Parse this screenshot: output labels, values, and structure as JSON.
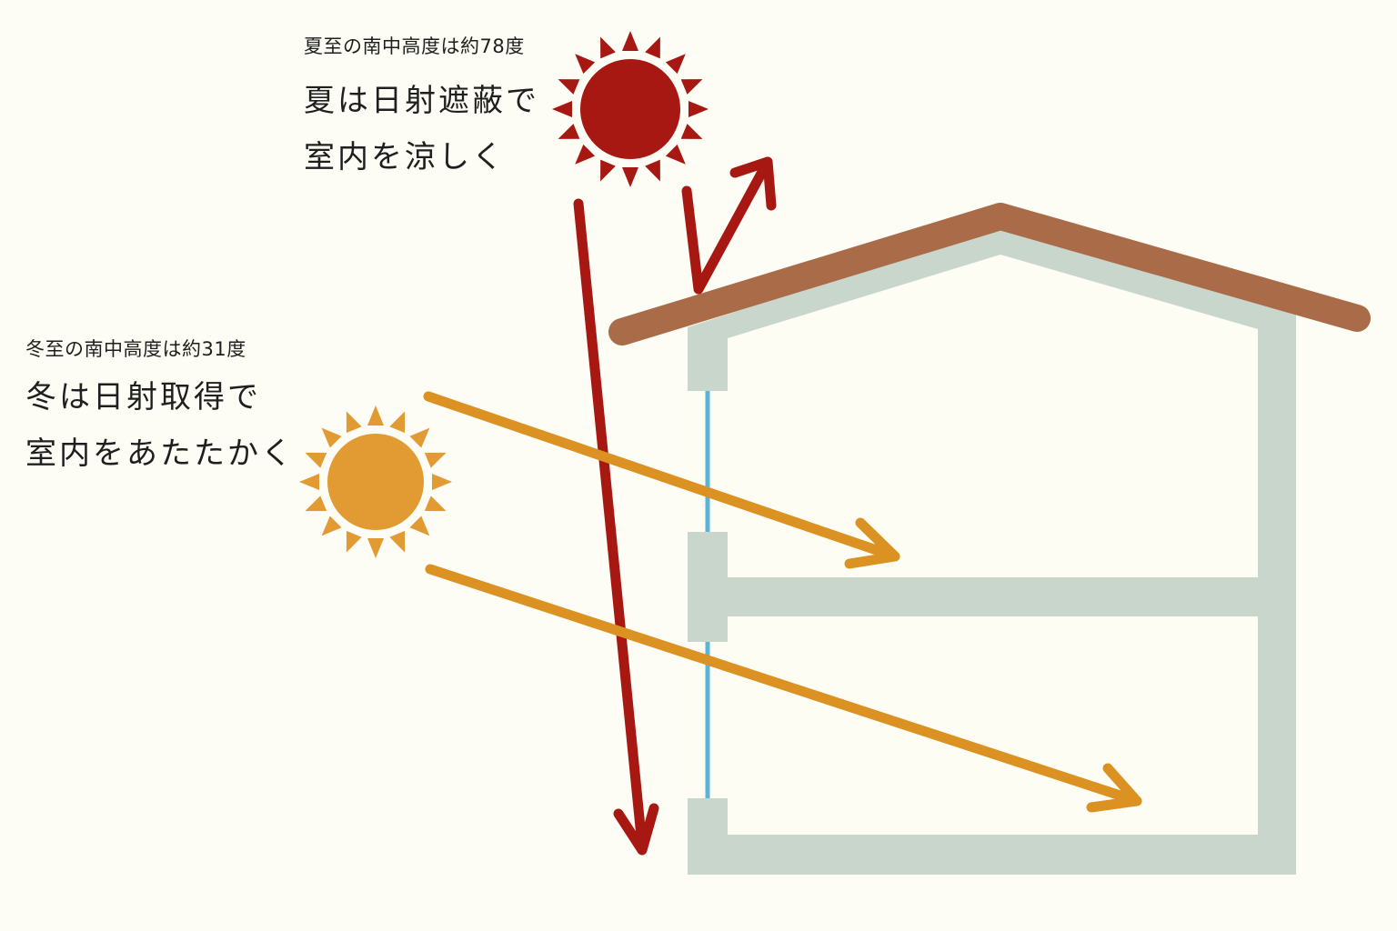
{
  "summer": {
    "caption": "夏至の南中高度は約78度",
    "heading_line1": "夏は日射遮蔽で",
    "heading_line2": "室内を涼しく",
    "sun_color": "#a81812",
    "arrow_color": "#a81812"
  },
  "winter": {
    "caption": "冬至の南中高度は約31度",
    "heading_line1": "冬は日射取得で",
    "heading_line2": "室内をあたたかく",
    "sun_color": "#e29a33",
    "arrow_color": "#dc9223"
  },
  "house": {
    "roof_color": "#a96b48",
    "wall_color": "#c9d6cc",
    "interior_color": "#fefdf3",
    "glass_color": "#5bb5d6"
  },
  "icons": [
    "summer-sun-icon",
    "winter-sun-icon"
  ]
}
